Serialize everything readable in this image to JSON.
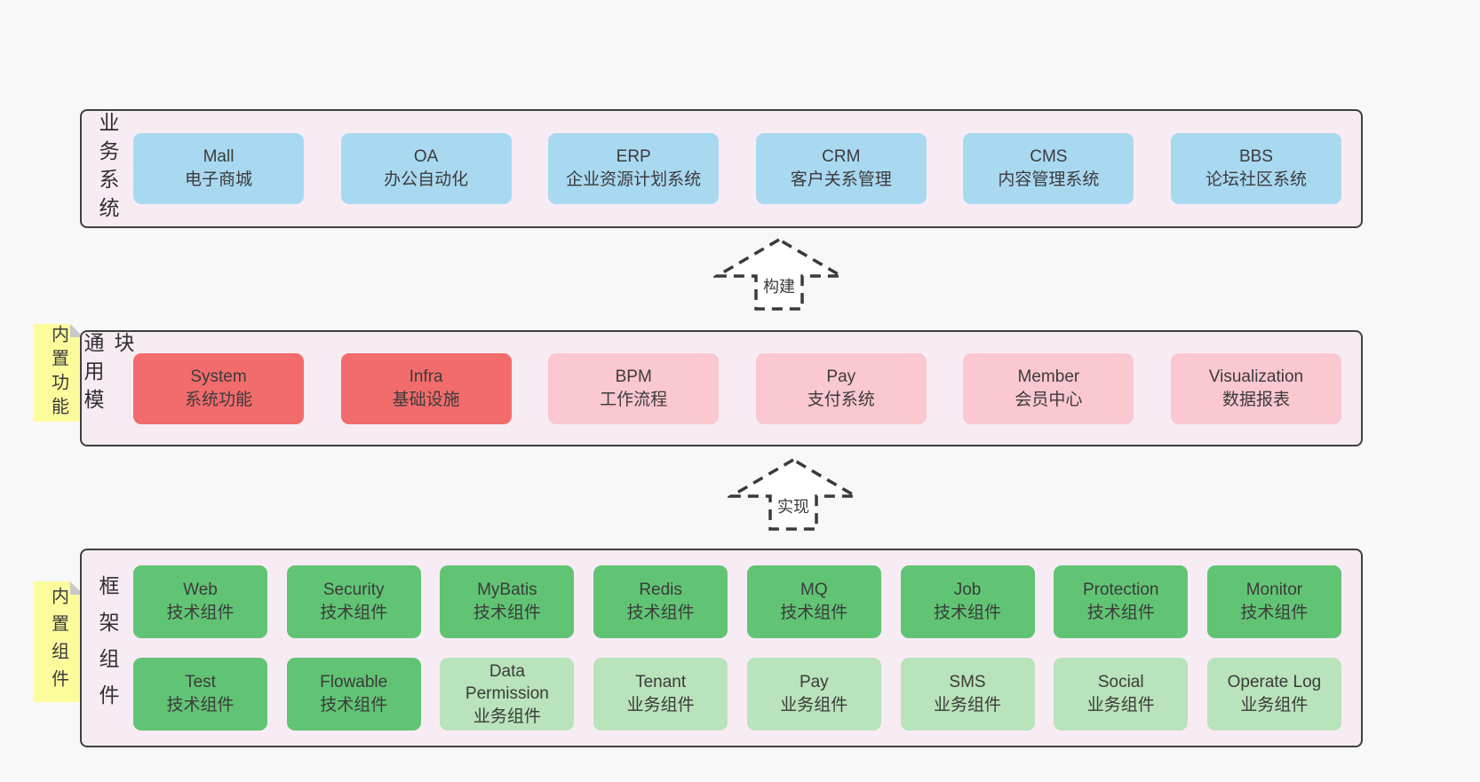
{
  "colors": {
    "page_bg": "#f8f8f8",
    "container_bg": "#f8ecf4",
    "container_border": "#3f3f3f",
    "blue_box": "#a9d9f1",
    "red_box": "#f26c6c",
    "pink_box": "#fbc7d1",
    "green_box": "#61c474",
    "light_green_box": "#b9e3ba",
    "note_yellow": "#fcfc9d",
    "text": "#3b3b3b"
  },
  "arrows": {
    "build": {
      "label": "构建"
    },
    "implement": {
      "label": "实现"
    }
  },
  "layers": {
    "business": {
      "label": "业务系统",
      "boxes": [
        {
          "name": "Mall",
          "desc": "电子商城"
        },
        {
          "name": "OA",
          "desc": "办公自动化"
        },
        {
          "name": "ERP",
          "desc": "企业资源计划系统"
        },
        {
          "name": "CRM",
          "desc": "客户关系管理"
        },
        {
          "name": "CMS",
          "desc": "内容管理系统"
        },
        {
          "name": "BBS",
          "desc": "论坛社区系统"
        }
      ]
    },
    "modules": {
      "label": "通用模块",
      "note": "内置功能",
      "boxes": [
        {
          "name": "System",
          "desc": "系统功能"
        },
        {
          "name": "Infra",
          "desc": "基础设施"
        },
        {
          "name": "BPM",
          "desc": "工作流程"
        },
        {
          "name": "Pay",
          "desc": "支付系统"
        },
        {
          "name": "Member",
          "desc": "会员中心"
        },
        {
          "name": "Visualization",
          "desc": "数据报表"
        }
      ]
    },
    "components": {
      "label": "框架组件",
      "note": "内置组件",
      "row1": [
        {
          "name": "Web",
          "desc": "技术组件"
        },
        {
          "name": "Security",
          "desc": "技术组件"
        },
        {
          "name": "MyBatis",
          "desc": "技术组件"
        },
        {
          "name": "Redis",
          "desc": "技术组件"
        },
        {
          "name": "MQ",
          "desc": "技术组件"
        },
        {
          "name": "Job",
          "desc": "技术组件"
        },
        {
          "name": "Protection",
          "desc": "技术组件"
        },
        {
          "name": "Monitor",
          "desc": "技术组件"
        }
      ],
      "row2": [
        {
          "name": "Test",
          "desc": "技术组件"
        },
        {
          "name": "Flowable",
          "desc": "技术组件"
        },
        {
          "name": "Data Permission",
          "desc": "业务组件"
        },
        {
          "name": "Tenant",
          "desc": "业务组件"
        },
        {
          "name": "Pay",
          "desc": "业务组件"
        },
        {
          "name": "SMS",
          "desc": "业务组件"
        },
        {
          "name": "Social",
          "desc": "业务组件"
        },
        {
          "name": "Operate Log",
          "desc": "业务组件"
        }
      ]
    }
  }
}
